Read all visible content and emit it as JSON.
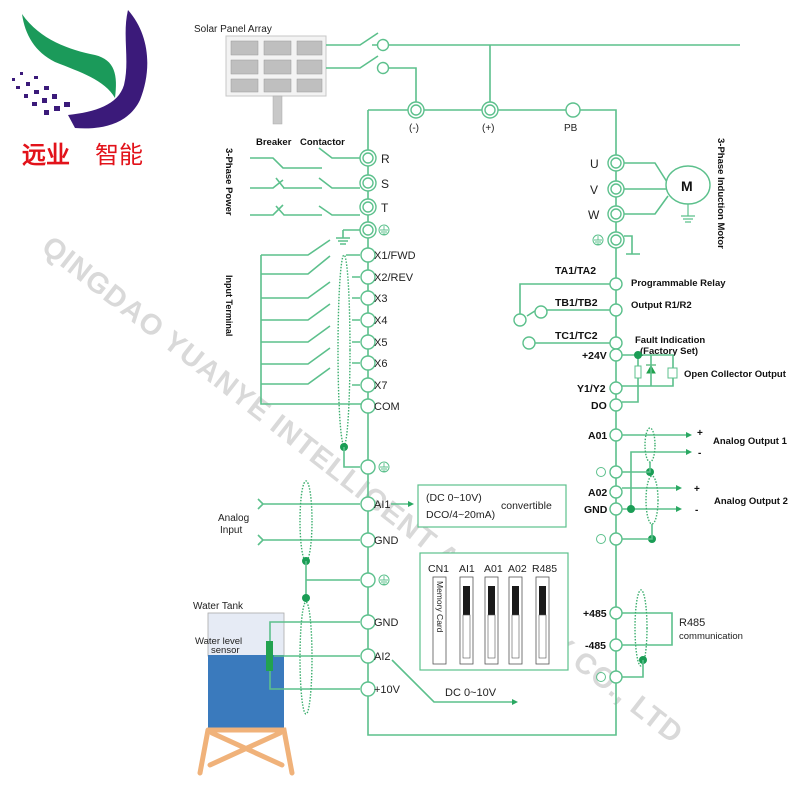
{
  "logo": {
    "company_cn_red": "远业",
    "company_cn_red2": "智能",
    "colors": {
      "green": "#1b9a5a",
      "purple": "#3b1a7a",
      "red": "#e2121a"
    }
  },
  "watermark": "QINGDAO YUANYE INTELLIGENT ASSEMBLY CO., LTD",
  "power": {
    "solar_panel_label": "Solar Panel Array",
    "breaker_label": "Breaker",
    "contactor_label": "Contactor",
    "three_phase_power_label": "3-Phase Power",
    "dc_bus": [
      {
        "label": "(-)"
      },
      {
        "label": "(+)"
      },
      {
        "label": "PB"
      }
    ],
    "input_terminals": [
      "R",
      "S",
      "T"
    ]
  },
  "motor": {
    "label": "3-Phase Induction Motor",
    "symbol": "M",
    "terminals": [
      "U",
      "V",
      "W"
    ]
  },
  "inputs": {
    "section_label": "Input Terminal",
    "terminals": [
      "X1/FWD",
      "X2/REV",
      "X3",
      "X4",
      "X5",
      "X6",
      "X7",
      "COM"
    ]
  },
  "analog_input": {
    "label_line1": "Analog",
    "label_line2": "Input",
    "terminals": [
      "AI1",
      "GND"
    ],
    "box_line1": "(DC 0~10V)",
    "box_line2": "DCO/4~20mA)",
    "box_suffix": "convertible"
  },
  "dip_switches": {
    "headers": [
      "CN1",
      "AI1",
      "A01",
      "A02",
      "R485"
    ],
    "memory_card_label": "Memory Card"
  },
  "water_tank": {
    "label": "Water Tank",
    "sensor_label_line1": "Water level",
    "sensor_label_line2": "sensor",
    "terminals": [
      "GND",
      "AI2",
      "+10V"
    ],
    "output_label": "DC 0~10V",
    "colors": {
      "water": "#3a7abd",
      "air": "#e6ebf5",
      "stand": "#f0b27a"
    }
  },
  "relay": {
    "terminals": [
      "TA1/TA2",
      "TB1/TB2",
      "TC1/TC2"
    ],
    "label_line1": "Programmable Relay",
    "label_line2": "Output R1/R2",
    "fault_line1": "Fault Indication",
    "fault_line2": "(Factory Set)"
  },
  "open_collector": {
    "terminals": [
      "+24V",
      "Y1/Y2",
      "DO"
    ],
    "label": "Open Collector Output"
  },
  "analog_output": {
    "terminals": [
      "A01",
      "A02",
      "GND"
    ],
    "output1_label": "Analog Output 1",
    "output2_label": "Analog Output 2",
    "plus": "+",
    "minus": "-"
  },
  "rs485": {
    "terminals": [
      "+485",
      "-485"
    ],
    "label_line1": "R485",
    "label_line2": "communication"
  },
  "wire_color": "#5cc08c"
}
